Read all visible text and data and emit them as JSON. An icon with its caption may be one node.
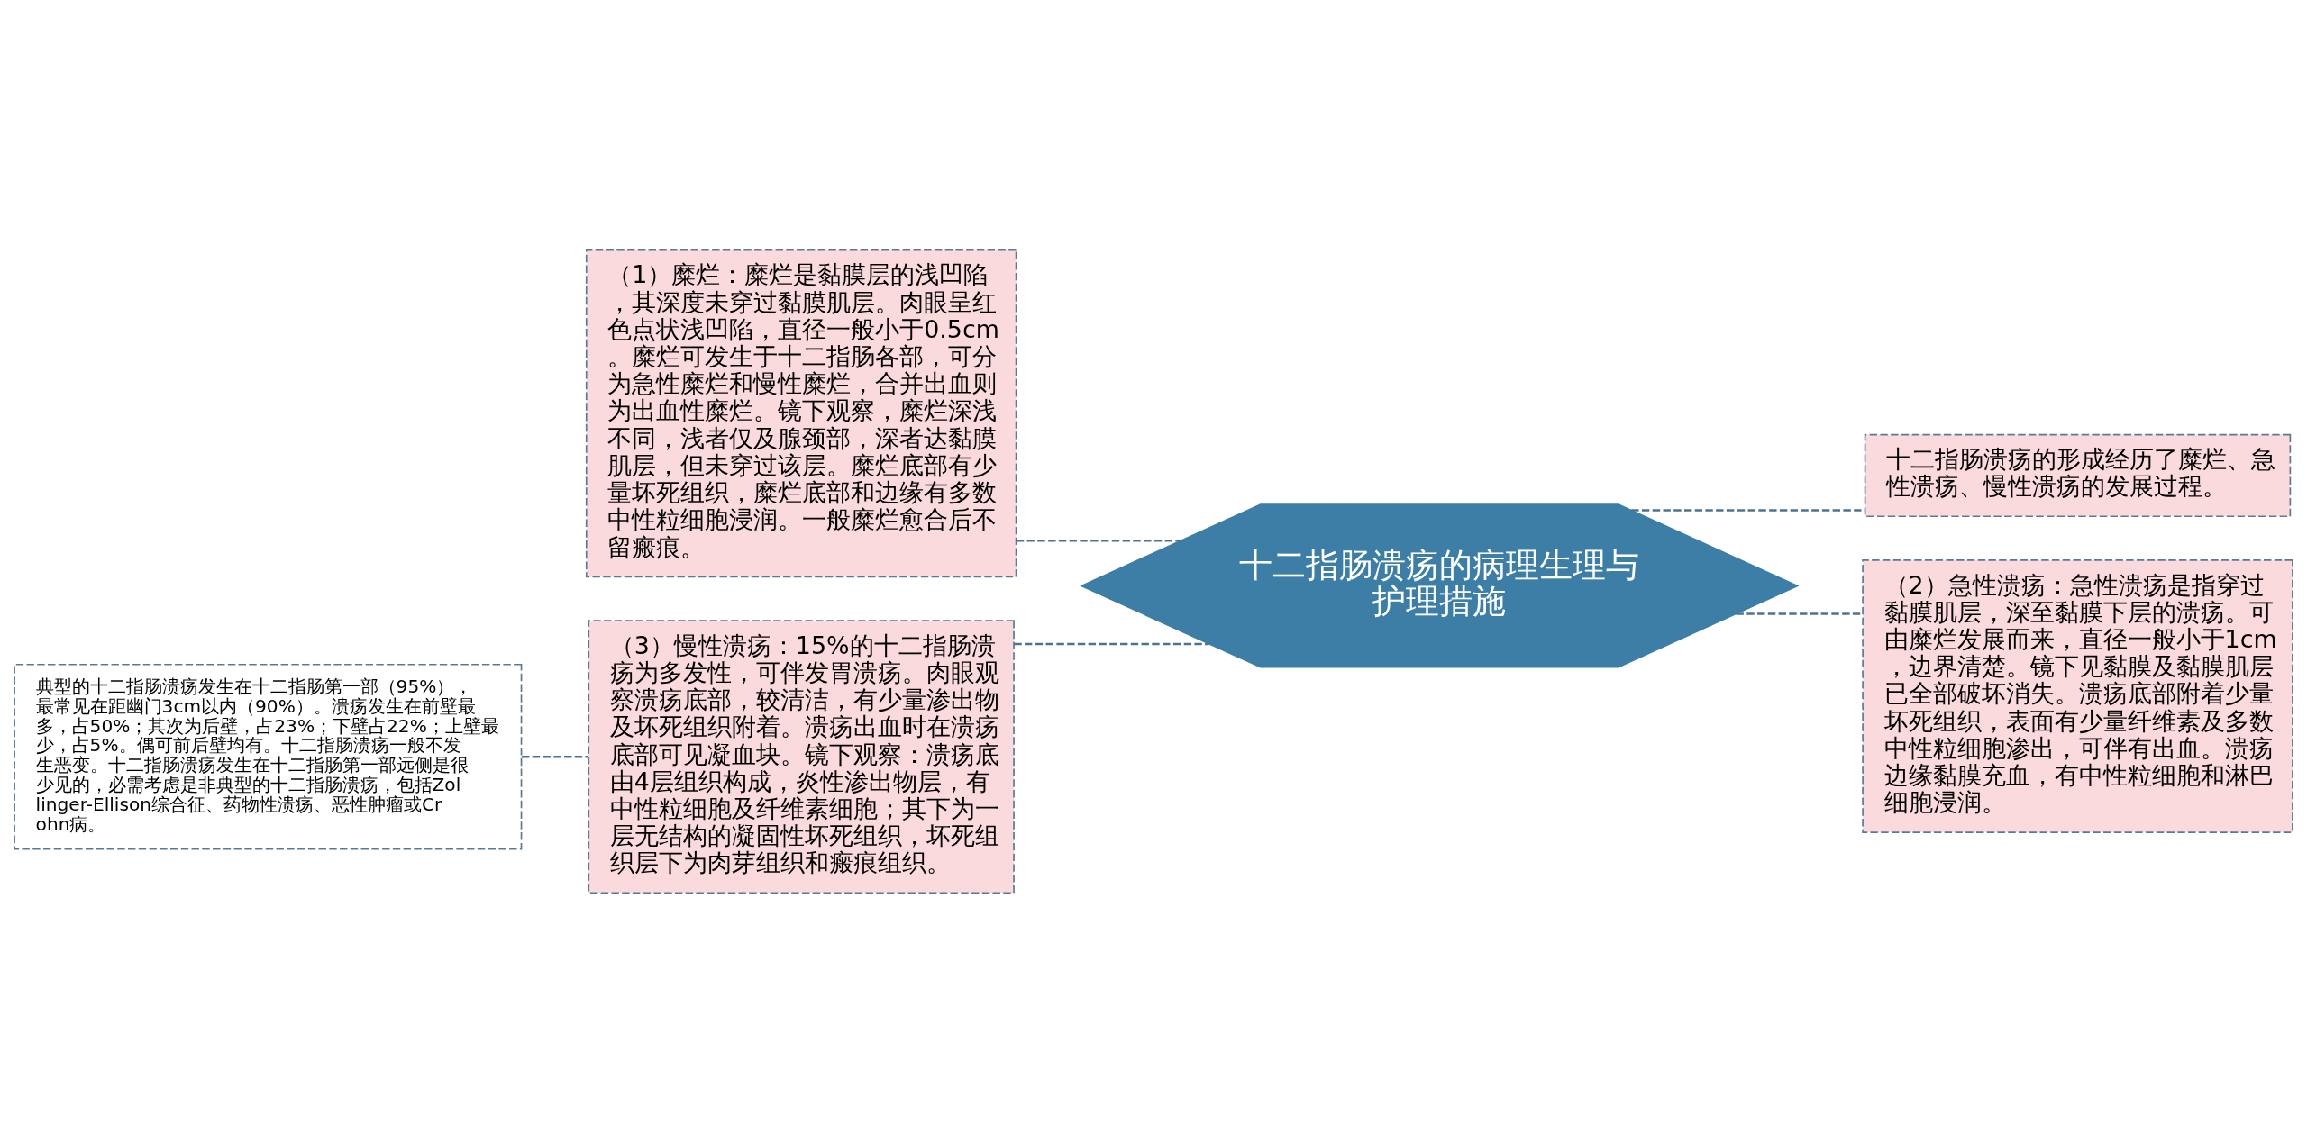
{
  "diagram": {
    "nodes": [
      {
        "text": [
          "十二指肠溃疡的病理生理与护理措施"
        ]
      },
      {
        "text": [
          "（1）糜烂：糜烂是黏膜层的浅凹陷，其深度未穿过黏膜肌层。肉眼呈红色点状浅凹陷，直径一般小于0.5cm。糜烂可发生于十二指肠各部，可分为急性糜烂和慢性糜烂，合并出血则为出血性糜烂。镜下观察，糜烂深浅不同，浅者仅及腺颈部，深者达黏膜肌层，但未穿过该层。糜烂底部有少量坏死组织，糜烂底部和边缘有多数中性粒细胞浸润。一般糜烂愈合后不留瘢痕。"
        ]
      },
      {
        "text": [
          "（3）慢性溃疡：15%的十二指肠溃疡为多发性，可伴发胃溃疡。肉眼观察溃疡底部，较清洁，有少量渗出物及坏死组织附着。溃疡出血时在溃疡底部可见凝血块。镜下观察：溃疡底由4层组织构成，炎性渗出物层，有中性粒细胞及纤维素细胞；其下为一层无结构的凝固性坏死组织，坏死组织层下为肉芽组织和瘢痕组织。"
        ]
      },
      {
        "text": [
          "典型的十二指肠溃疡发生在十二指肠第一部（95%），最常见在距幽门3cm以内（90%）。溃疡发生在前壁最多，占50%；其次为后壁，占23%；下壁占22%；上壁最少，占5%。偶可前后壁均有。十二指肠溃疡一般不发生恶变。十二指肠溃疡发生在十二指肠第一部远侧是很少见的，必需考虑是非典型的十二指肠溃疡，包括Zollinger-Ellison综合征、药物性溃疡、恶性肿瘤或Crohn病。"
        ]
      },
      {
        "text": [
          "十二指肠溃疡的形成经历了糜烂、急性溃疡、慢性溃疡的发展过程。"
        ]
      },
      {
        "text": [
          "（2）急性溃疡：急性溃疡是指穿过黏膜肌层，深至黏膜下层的溃疡。可由糜烂发展而来，直径一般小于1cm，边界清楚。镜下见黏膜及黏膜肌层已全部破坏消失。溃疡底部附着少量坏死组织，表面有少量纤维素及多数中性粒细胞渗出，可伴有出血。溃疡边缘黏膜充血，有中性粒细胞和淋巴细胞浸润。"
        ]
      }
    ],
    "edges": [
      {
        "from": 0,
        "to": 1,
        "arrow": "none",
        "style": "dashed"
      },
      {
        "from": 0,
        "to": 2,
        "arrow": "none",
        "style": "dashed"
      },
      {
        "from": 2,
        "to": 3,
        "arrow": "none",
        "style": "dashed"
      },
      {
        "from": 0,
        "to": 4,
        "arrow": "none",
        "style": "dashed"
      },
      {
        "from": 0,
        "to": 5,
        "arrow": "none",
        "style": "dashed"
      }
    ]
  }
}
